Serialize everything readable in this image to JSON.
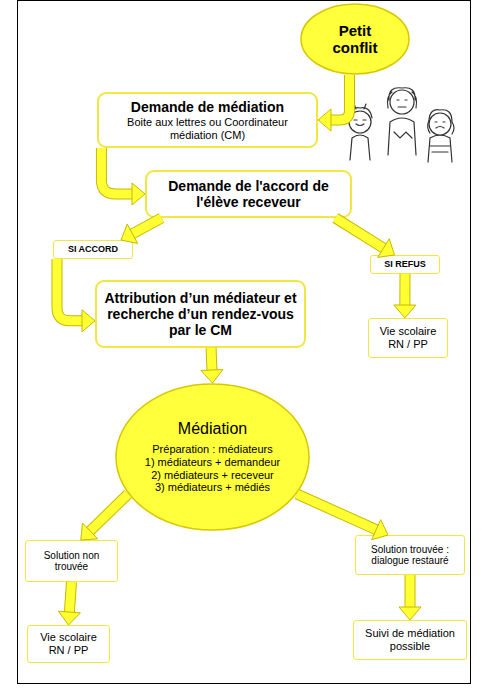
{
  "diagram": {
    "nodes": [
      {
        "text": [
          "Petit conflit"
        ]
      },
      {
        "text": [
          "Demande de médiation",
          "Boite aux lettres ou Coordinateur médiation (CM)"
        ]
      },
      {
        "text": [
          "Demande de l'accord de l'élève receveur"
        ]
      },
      {
        "text": [
          "SI ACCORD"
        ]
      },
      {
        "text": [
          "SI REFUS"
        ]
      },
      {
        "text": [
          "Attribution d’un médiateur et recherche d’un rendez-vous par le CM"
        ]
      },
      {
        "text": [
          "Vie scolaire RN / PP"
        ]
      },
      {
        "text": [
          "Médiation",
          "Préparation : médiateurs",
          "1) médiateurs + demandeur",
          "2) médiateurs + receveur",
          "3) médiateurs + médiés"
        ]
      },
      {
        "text": [
          "Solution non trouvée"
        ]
      },
      {
        "text": [
          "Solution trouvée : dialogue restauré"
        ]
      },
      {
        "text": [
          "Vie scolaire RN / PP"
        ]
      },
      {
        "text": [
          "Suivi de médiation possible"
        ]
      }
    ],
    "edges": [
      {
        "from": 0,
        "to": 1,
        "arrow": "to"
      },
      {
        "from": 1,
        "to": 2,
        "arrow": "to"
      },
      {
        "from": 2,
        "to": 3,
        "arrow": "to"
      },
      {
        "from": 2,
        "to": 4,
        "arrow": "to"
      },
      {
        "from": 3,
        "to": 5,
        "arrow": "to"
      },
      {
        "from": 4,
        "to": 6,
        "arrow": "to"
      },
      {
        "from": 5,
        "to": 7,
        "arrow": "to"
      },
      {
        "from": 7,
        "to": 8,
        "arrow": "to"
      },
      {
        "from": 7,
        "to": 9,
        "arrow": "to"
      },
      {
        "from": 8,
        "to": 10,
        "arrow": "to"
      },
      {
        "from": 9,
        "to": 11,
        "arrow": "to"
      }
    ]
  }
}
